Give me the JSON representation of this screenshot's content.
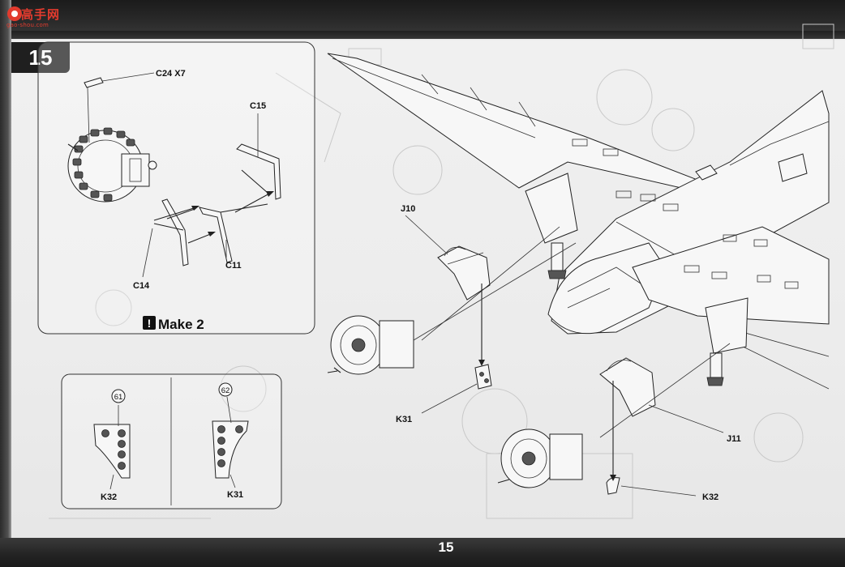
{
  "watermark": {
    "text": "高手网",
    "url": "gao-shou.com"
  },
  "step": {
    "number": "15"
  },
  "page": {
    "number": "15"
  },
  "panel_subassembly": {
    "parts": {
      "c24": "C24 X7",
      "c15": "C15",
      "c11": "C11",
      "c14": "C14"
    },
    "make_note": "Make 2"
  },
  "panel_markings": {
    "left": {
      "callout": "61",
      "part": "K32"
    },
    "right": {
      "callout": "62",
      "part": "K31"
    }
  },
  "main_view": {
    "parts": {
      "j10": "J10",
      "k31": "K31",
      "j11": "J11",
      "k32": "K32"
    }
  },
  "icons": [
    "exclamation-icon",
    "engine-icon",
    "cowling-icon",
    "aircraft-icon"
  ],
  "colors": {
    "band": "#1f1f1f",
    "page": "#ececec",
    "ink": "#111111",
    "watermark": "#e23b2e"
  }
}
